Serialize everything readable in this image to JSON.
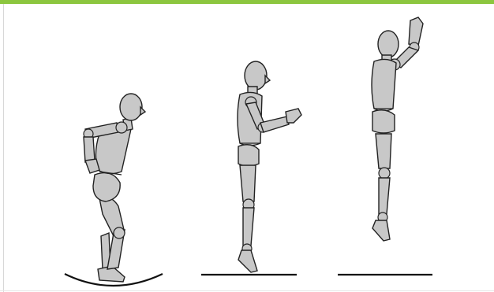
{
  "colors": {
    "accent_bar": "#8cc63f",
    "figure_fill": "#c8c8c8",
    "figure_stroke": "#222222",
    "ground_line": "#111111"
  },
  "stages": [
    {
      "pose": "crouch-on-curved-board"
    },
    {
      "pose": "upright-on-toes"
    },
    {
      "pose": "airborne-arm-raised"
    }
  ]
}
